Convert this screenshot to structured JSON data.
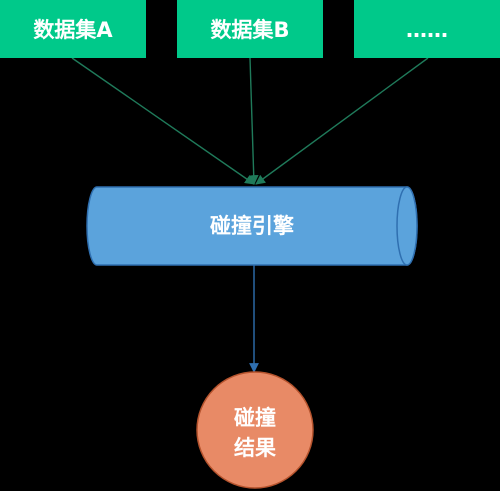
{
  "sources": [
    {
      "label": "数据集A"
    },
    {
      "label": "数据集B"
    },
    {
      "label": "……"
    }
  ],
  "engine": {
    "label": "碰撞引擎"
  },
  "result": {
    "line1": "碰撞",
    "line2": "结果"
  },
  "colors": {
    "background": "#000000",
    "source_fill": "#00c98a",
    "source_arrow": "#1f7a5a",
    "engine_fill": "#5ba3dc",
    "engine_stroke": "#2f6fb0",
    "result_fill": "#e88a66",
    "result_stroke": "#b5532d",
    "result_arrow": "#2f6fb0",
    "text": "#ffffff"
  }
}
